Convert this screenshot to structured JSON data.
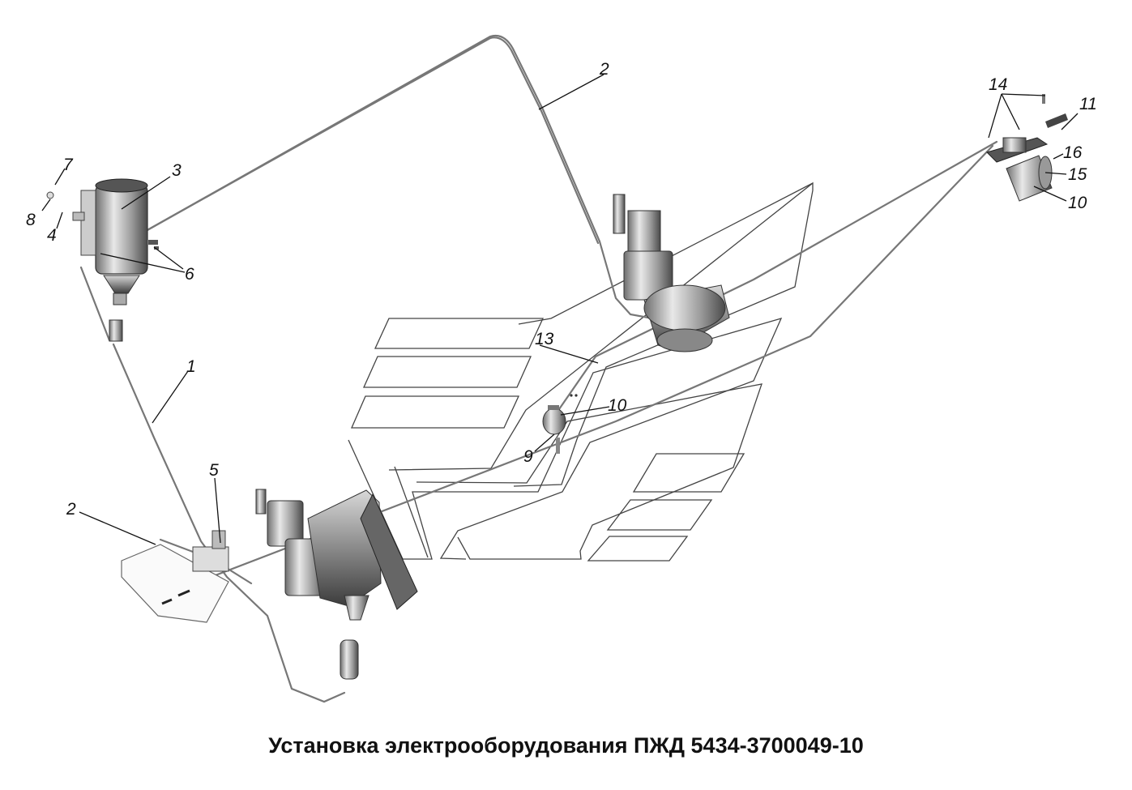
{
  "title": "Установка электрооборудования ПЖД 5434-3700049-10",
  "callouts": [
    {
      "id": "c2a",
      "text": "2"
    },
    {
      "id": "c14",
      "text": "14"
    },
    {
      "id": "c11",
      "text": "11"
    },
    {
      "id": "c16",
      "text": "16"
    },
    {
      "id": "c15",
      "text": "15"
    },
    {
      "id": "c10a",
      "text": "10"
    },
    {
      "id": "c7",
      "text": "7"
    },
    {
      "id": "c3",
      "text": "3"
    },
    {
      "id": "c8",
      "text": "8"
    },
    {
      "id": "c4",
      "text": "4"
    },
    {
      "id": "c6",
      "text": "6"
    },
    {
      "id": "c1",
      "text": "1"
    },
    {
      "id": "c13",
      "text": "13"
    },
    {
      "id": "c10b",
      "text": "10"
    },
    {
      "id": "c9",
      "text": "9"
    },
    {
      "id": "c5",
      "text": "5"
    },
    {
      "id": "c2b",
      "text": "2"
    }
  ]
}
